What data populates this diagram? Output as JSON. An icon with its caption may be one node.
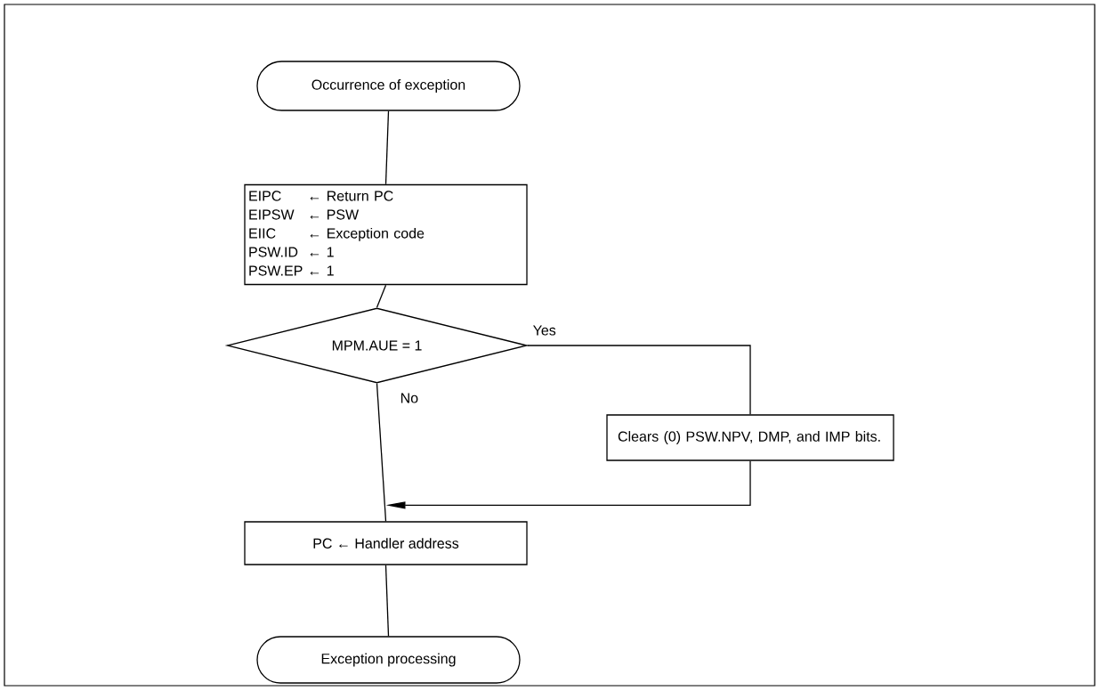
{
  "diagram": {
    "nodes": [
      {
        "text": [
          "Occurrence of exception"
        ]
      },
      {
        "text": [
          "EIPC",
          "← Return PC",
          "EIPSW",
          "← PSW",
          "EIIC",
          "← Exception code",
          "PSW.ID",
          "← 1",
          "PSW.EP",
          "← 1"
        ]
      },
      {
        "text": [
          "MPM.AUE = 1"
        ]
      },
      {
        "text": [
          "Clears (0) PSW.NPV, DMP, and IMP bits."
        ]
      },
      {
        "text": [
          "PC ← Handler address"
        ]
      },
      {
        "text": [
          "Exception processing"
        ]
      }
    ],
    "edges": [
      {
        "from": 0,
        "to": 1,
        "arrow": "none"
      },
      {
        "from": 1,
        "to": 2,
        "arrow": "none"
      },
      {
        "from": 2,
        "to": 3,
        "arrow": "none",
        "label": "Yes"
      },
      {
        "from": 2,
        "to": 4,
        "arrow": "none",
        "label": "No"
      },
      {
        "from": 3,
        "to": 4,
        "arrow": "to"
      },
      {
        "from": 4,
        "to": 5,
        "arrow": "none"
      }
    ]
  }
}
